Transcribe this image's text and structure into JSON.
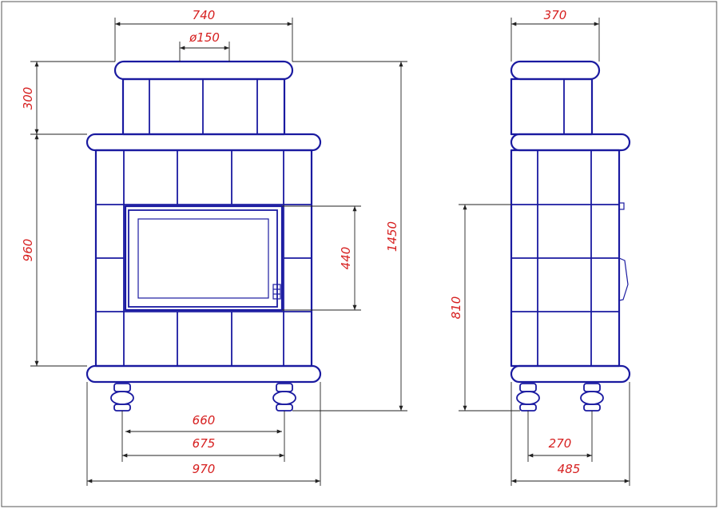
{
  "colors": {
    "stove_outline": "#1a1aa0",
    "dimension_text": "#d61f1f",
    "dimension_line": "#222222",
    "background": "#ffffff"
  },
  "dimensions": {
    "front_top_width": "740",
    "flue_diameter": "ø150",
    "top_section_height": "300",
    "body_height": "960",
    "door_height": "440",
    "total_height": "1450",
    "legs_inner": "660",
    "legs_outer": "675",
    "front_total_width": "970",
    "side_top_width": "370",
    "side_door_height": "810",
    "side_legs_spacing": "270",
    "side_total_width": "485"
  }
}
